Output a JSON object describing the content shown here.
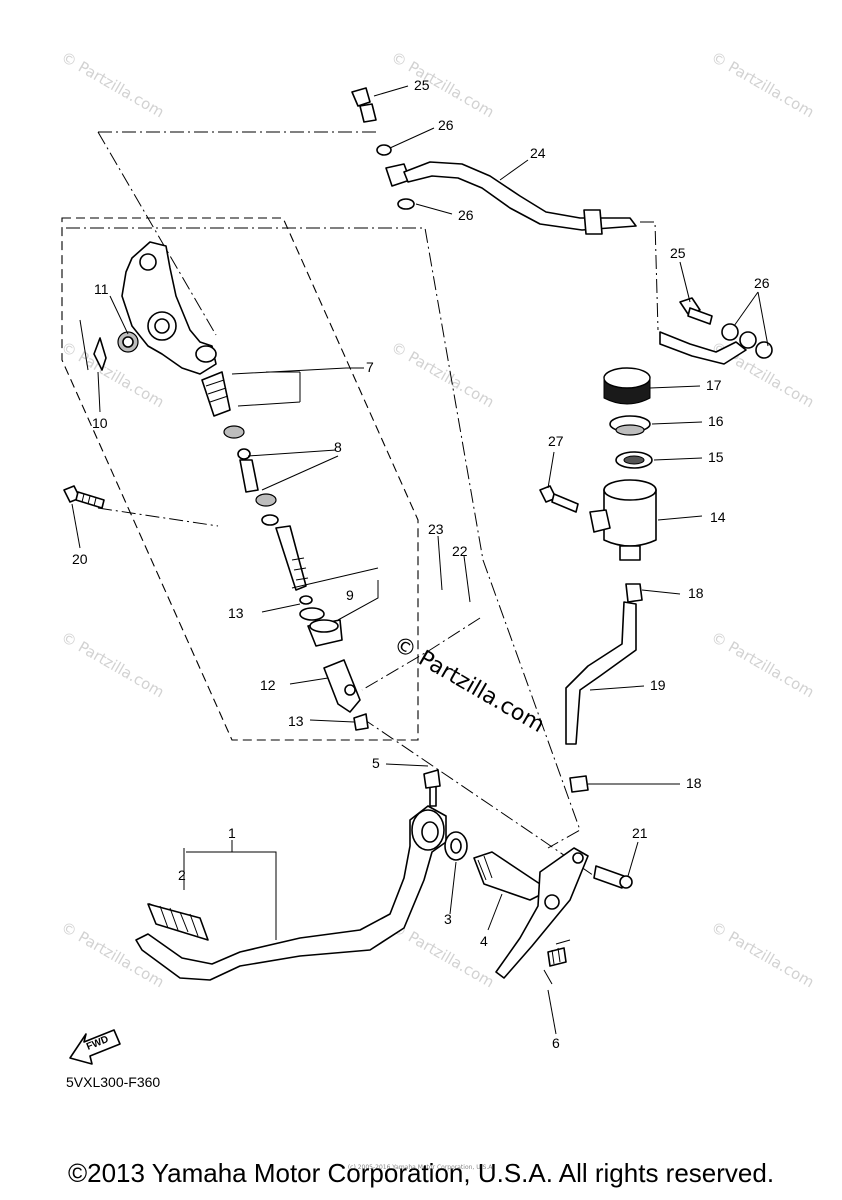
{
  "diagram": {
    "code": "5VXL300-F360",
    "fwd_label": "FWD",
    "copyright": "©2013 Yamaha Motor Corporation, U.S.A. All rights reserved.",
    "small_print": "(c) 2005-2016 Yamaha Motor Corporation, U.S.A.",
    "watermark_small": "© Partzilla.com",
    "watermark_center": "© Partzilla.com",
    "callouts": {
      "c1": "1",
      "c2": "2",
      "c3": "3",
      "c4": "4",
      "c5": "5",
      "c6": "6",
      "c7": "7",
      "c8": "8",
      "c9": "9",
      "c10": "10",
      "c11": "11",
      "c12": "12",
      "c13a": "13",
      "c13b": "13",
      "c14": "14",
      "c15": "15",
      "c16": "16",
      "c17": "17",
      "c18a": "18",
      "c18b": "18",
      "c19": "19",
      "c20": "20",
      "c21": "21",
      "c22": "22",
      "c23": "23",
      "c24": "24",
      "c25a": "25",
      "c25b": "25",
      "c26a": "26",
      "c26b": "26",
      "c26c": "26",
      "c27": "27"
    }
  }
}
